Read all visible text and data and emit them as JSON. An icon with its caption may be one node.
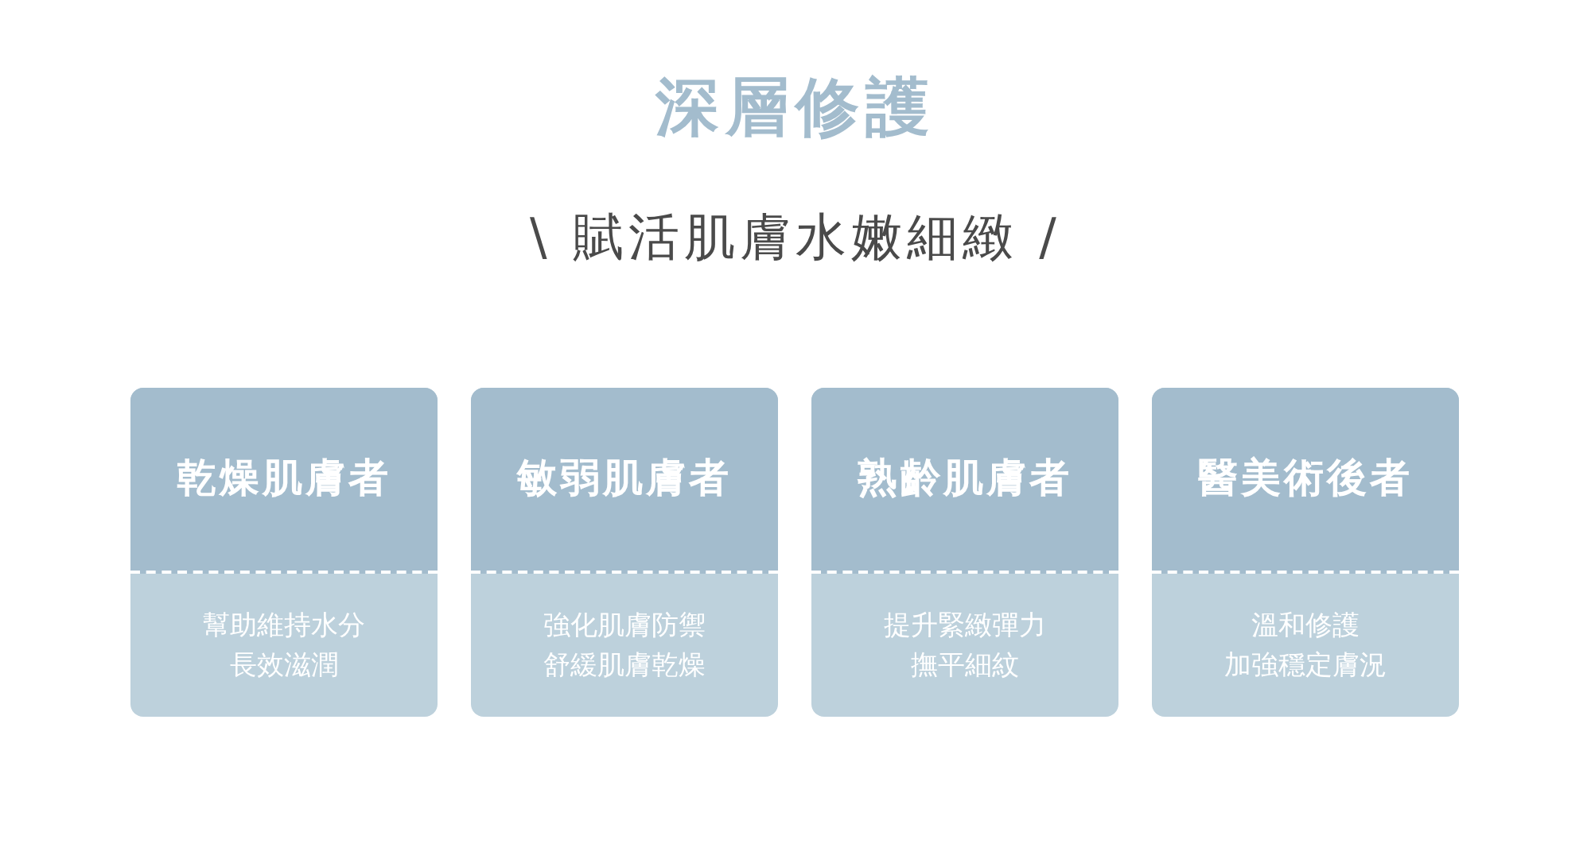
{
  "diagram": {
    "title": "深層修護",
    "nodes": [
      {
        "text": [
          "乾燥肌膚者",
          "幫助維持水分長效滋潤"
        ]
      },
      {
        "text": [
          "敏弱肌膚者",
          "強化肌膚防禦舒緩肌膚乾燥"
        ]
      },
      {
        "text": [
          "熟齡肌膚者",
          "提升緊緻彈力撫平細紋"
        ]
      },
      {
        "text": [
          "醫美術後者",
          "溫和修護加強穩定膚況"
        ]
      }
    ],
    "labels": [
      "\\ 賦活肌膚水嫩細緻 /"
    ]
  }
}
